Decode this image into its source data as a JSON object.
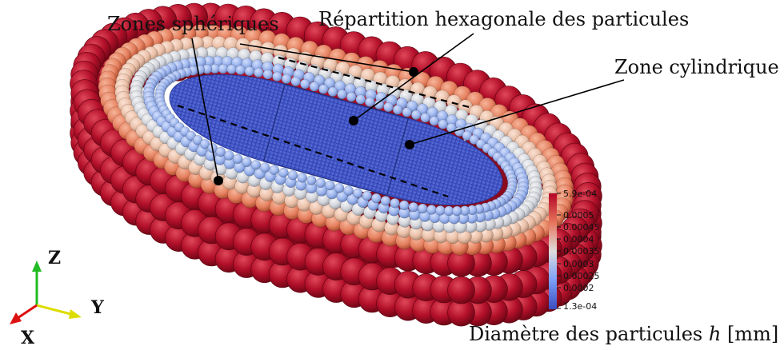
{
  "annotations": {
    "spherical_zones": "Zones sphériques",
    "hex_distribution": "Répartition hexagonale des particules",
    "cylindrical_zone": "Zone cylindrique"
  },
  "colorbar": {
    "title_prefix": "Diamètre des particules ",
    "title_symbol": "h",
    "title_unit": " [mm]",
    "max_label": "5.9e-04",
    "min_label": "1.3e-04",
    "ticks": [
      "0.0005",
      "0.00045",
      "0.0004",
      "0.00035",
      "0.0003",
      "0.00025",
      "0.0002"
    ],
    "colors": [
      "#b40426",
      "#e7745b",
      "#dddcdc",
      "#7b9ff9",
      "#3b4cc0"
    ]
  },
  "axes_triad": {
    "z": "Z",
    "y": "Y",
    "x": "X",
    "colors": {
      "z": "#22bb22",
      "y": "#dddd00",
      "x": "#dd1111"
    }
  }
}
